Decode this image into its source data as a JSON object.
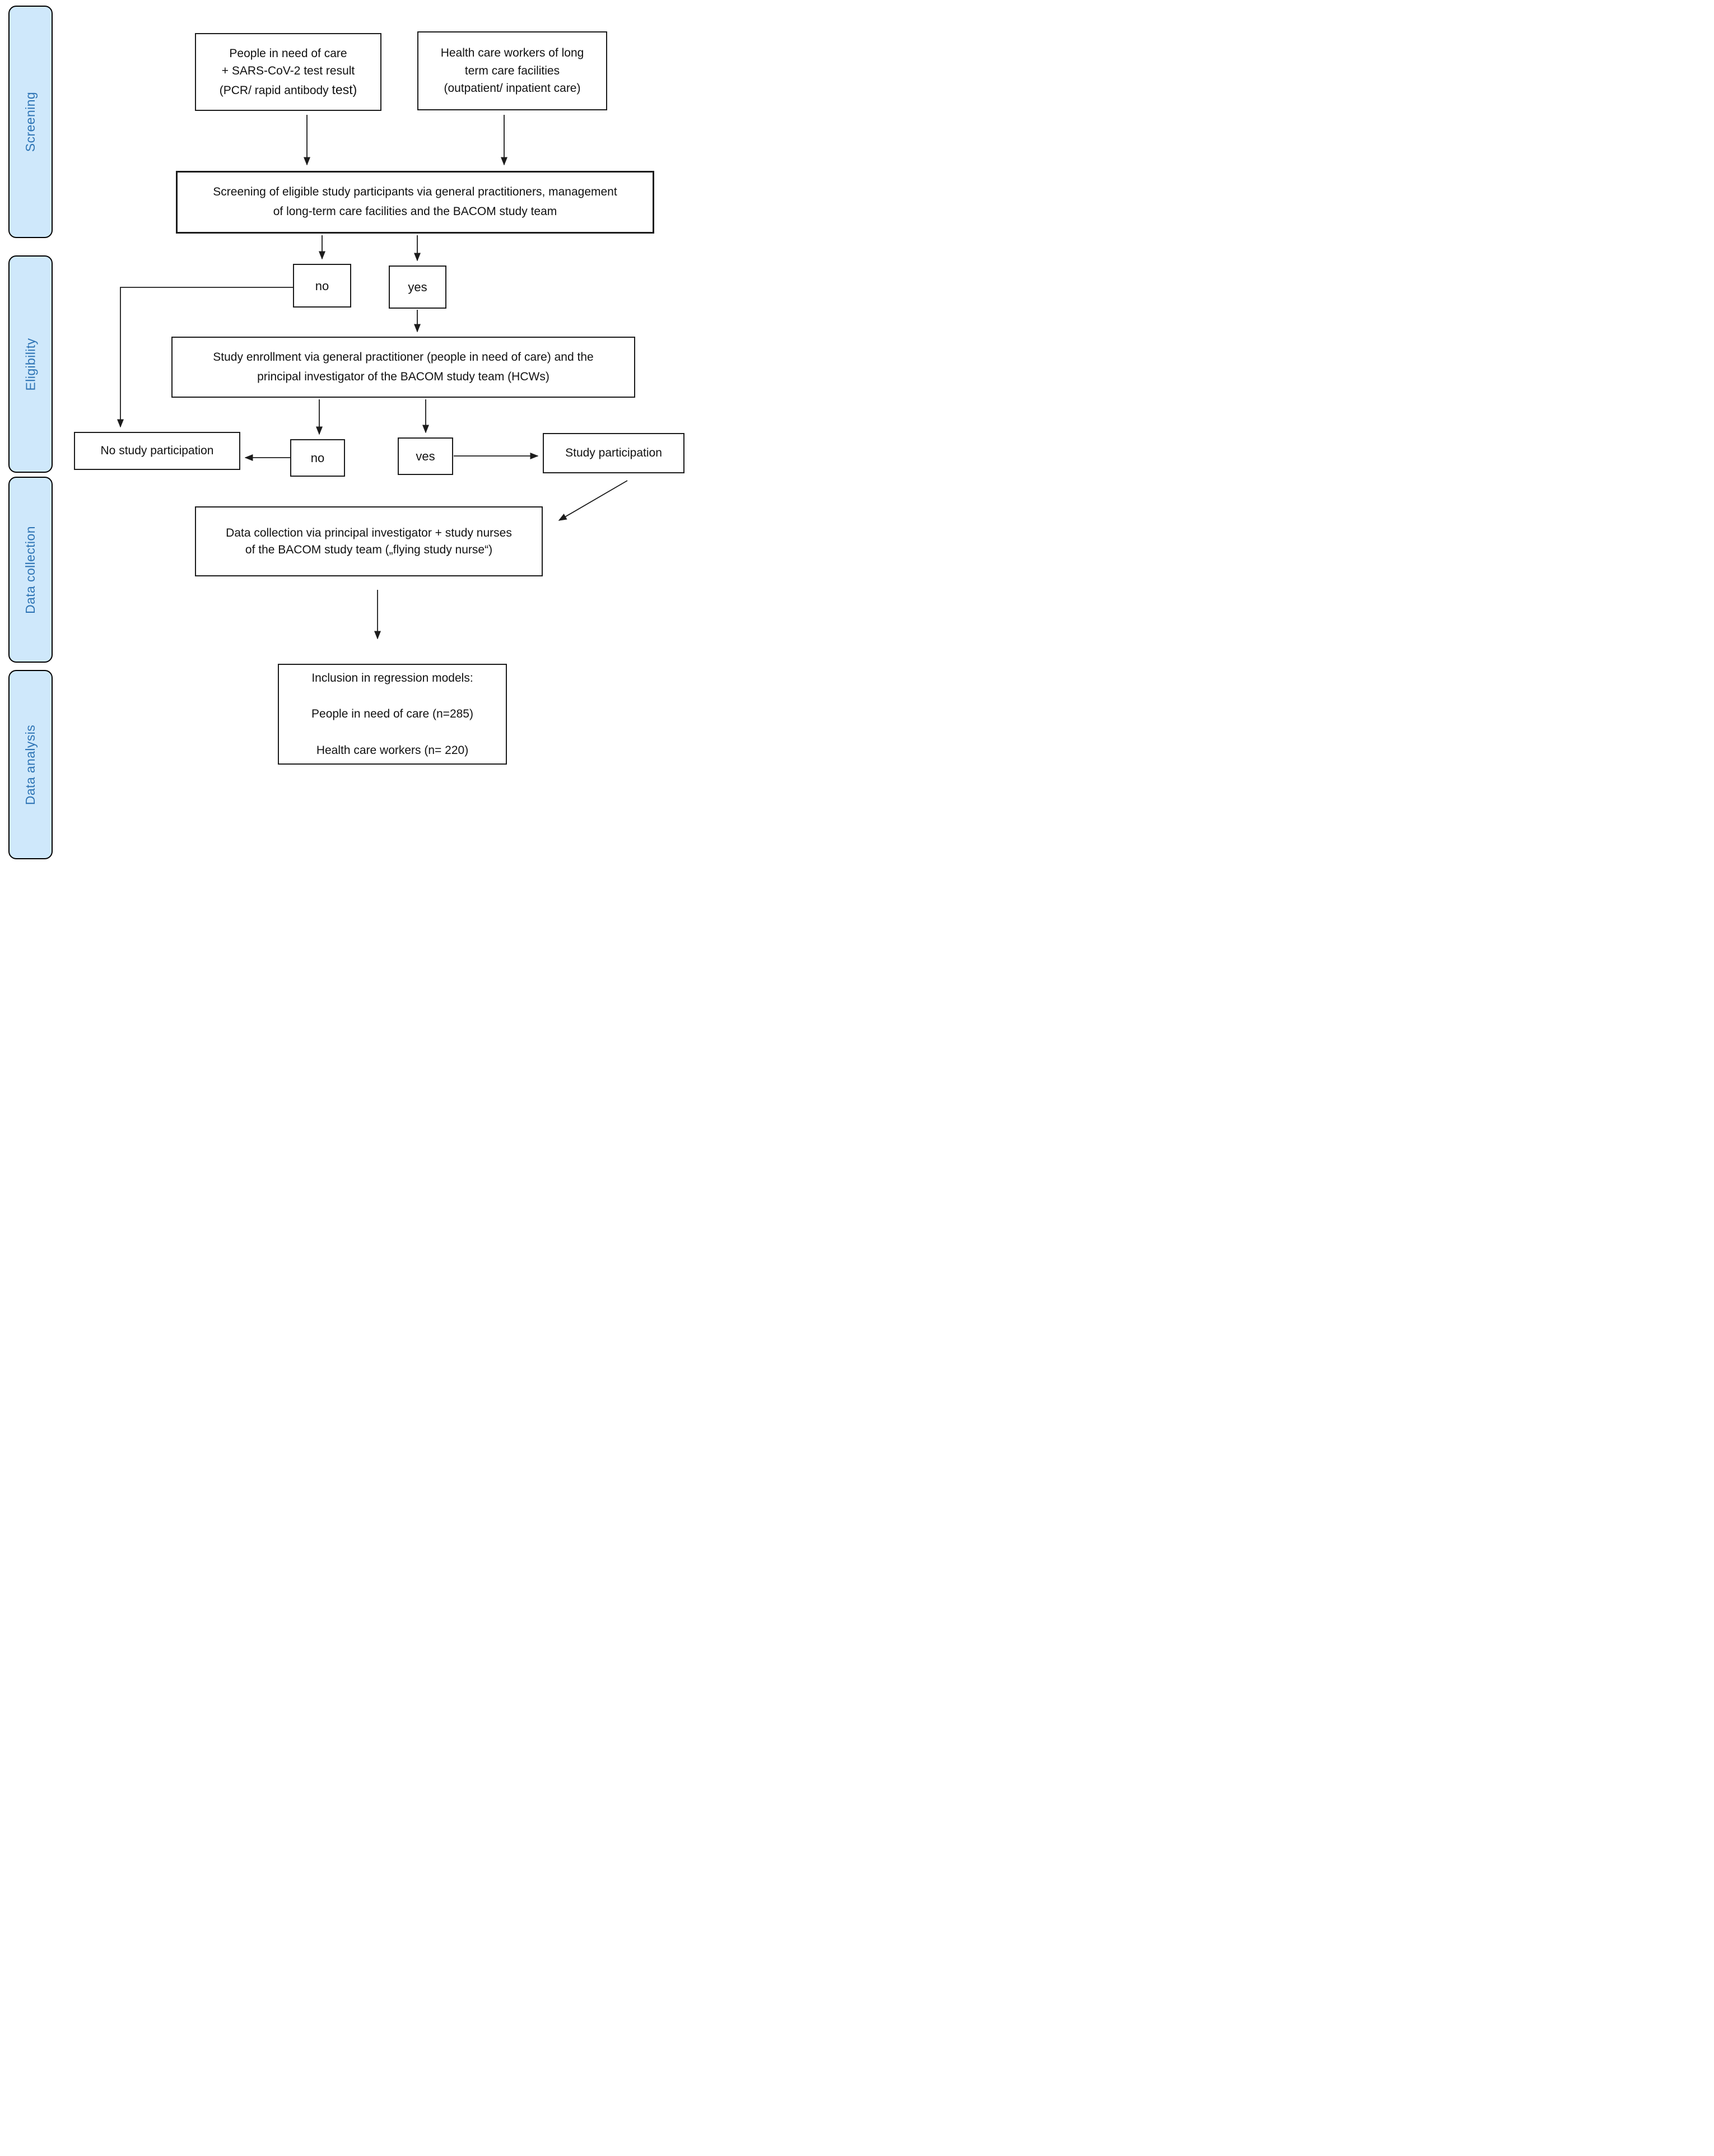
{
  "figure": {
    "sidebar": [
      {
        "label": "Screening"
      },
      {
        "label": "Eligibility"
      },
      {
        "label": "Data collection"
      },
      {
        "label": "Data analysis"
      }
    ],
    "nodes": {
      "people": {
        "line1": "People in need of care",
        "line2": "+ SARS-CoV-2 test result",
        "line3_prefix": "(PCR/ rapid antibody ",
        "line3_suffix": "test)"
      },
      "hcw": "Health care workers of long\nterm care facilities\n(outpatient/ inpatient care)",
      "screening": "Screening of eligible study participants via general practitioners, management\nof long-term care facilities and the BACOM study team",
      "decision1_no": "no",
      "decision1_yes": "yes",
      "enrollment": "Study enrollment via general practitioner (people in need of care) and the\nprincipal investigator of the BACOM study team (HCWs)",
      "no_participation": "No study participation",
      "decision2_no": "no",
      "decision2_yes": "ves",
      "participation": "Study participation",
      "data_collection": "Data collection via principal investigator + study nurses\nof the BACOM study team („flying study nurse“)",
      "inclusion": {
        "title": "Inclusion in regression models:",
        "line1": "People in need of care (n=285)",
        "line2": "Health care workers (n= 220)"
      }
    },
    "colors": {
      "sidebar_fill": "#cfe8fb",
      "sidebar_text": "#2E74B5",
      "box_border": "#1c1c1c",
      "box_fill": "#ffffff",
      "connector": "#1c1c1c"
    }
  }
}
